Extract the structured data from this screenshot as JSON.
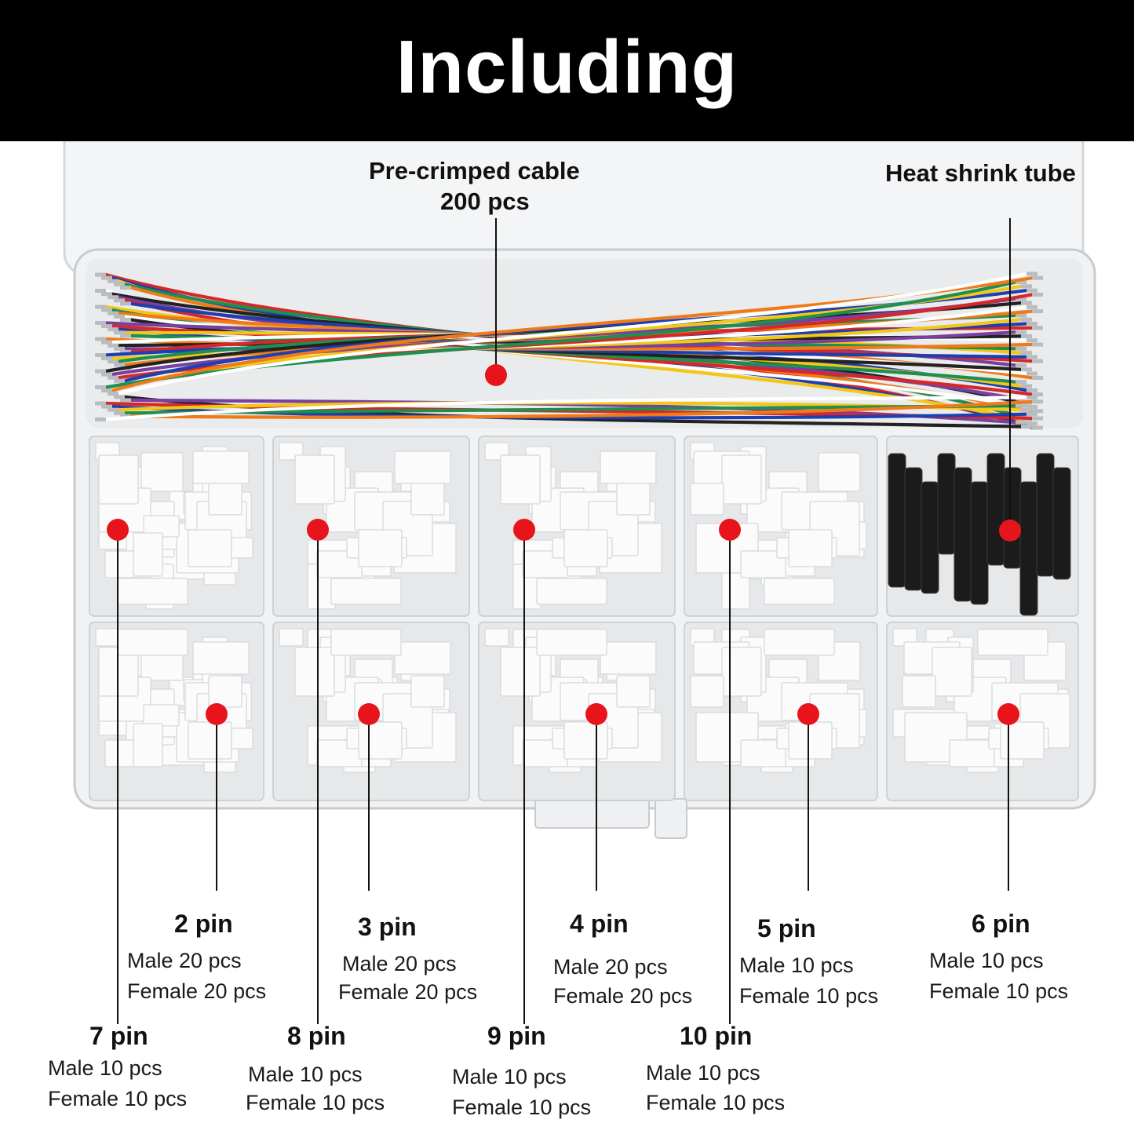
{
  "header": {
    "title": "Including"
  },
  "colors": {
    "marker": "#e8141c",
    "banner": "#000000",
    "wire_palette": [
      "#d62828",
      "#1d3fb0",
      "#f2c718",
      "#1e8f4e",
      "#f07a1a",
      "#ffffff",
      "#222222",
      "#7a3fa0"
    ]
  },
  "top_labels": {
    "cable": {
      "name": "Pre-crimped cable",
      "qty": "200 pcs"
    },
    "tube": {
      "name": "Heat shrink tube"
    }
  },
  "pins": [
    {
      "name": "2 pin",
      "male": "Male 20 pcs",
      "female": "Female 20 pcs"
    },
    {
      "name": "3 pin",
      "male": "Male 20 pcs",
      "female": "Female 20 pcs"
    },
    {
      "name": "4 pin",
      "male": "Male 20 pcs",
      "female": "Female 20 pcs"
    },
    {
      "name": "5 pin",
      "male": "Male 10 pcs",
      "female": "Female 10 pcs"
    },
    {
      "name": "6 pin",
      "male": "Male 10 pcs",
      "female": "Female 10 pcs"
    },
    {
      "name": "7 pin",
      "male": "Male 10 pcs",
      "female": "Female 10 pcs"
    },
    {
      "name": "8 pin",
      "male": "Male 10 pcs",
      "female": "Female 10 pcs"
    },
    {
      "name": "9 pin",
      "male": "Male 10 pcs",
      "female": "Female 10 pcs"
    },
    {
      "name": "10 pin",
      "male": "Male 10 pcs",
      "female": "Female 10 pcs"
    }
  ]
}
